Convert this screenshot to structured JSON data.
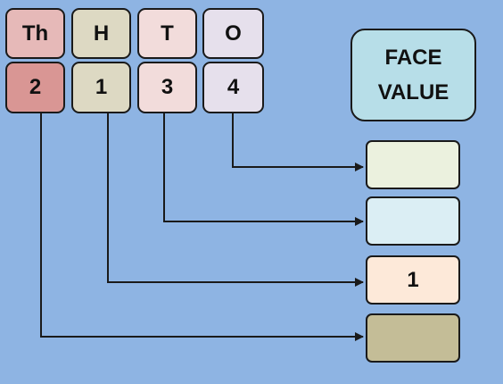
{
  "place_headers": [
    {
      "label": "Th",
      "color": "#e6b9b8"
    },
    {
      "label": "H",
      "color": "#ddd9c3"
    },
    {
      "label": "T",
      "color": "#f2dcdb"
    },
    {
      "label": "O",
      "color": "#e6e0ec"
    }
  ],
  "digits": [
    {
      "label": "2",
      "color": "#d99694"
    },
    {
      "label": "1",
      "color": "#ddd9c3"
    },
    {
      "label": "3",
      "color": "#f2dcdb"
    },
    {
      "label": "4",
      "color": "#e6e0ec"
    }
  ],
  "face_value_box": {
    "line1": "FACE",
    "line2": "VALUE",
    "color": "#b7dee8"
  },
  "answer_boxes": [
    {
      "value": "",
      "color": "#ebf1de",
      "source_digit": "4"
    },
    {
      "value": "",
      "color": "#dbeef4",
      "source_digit": "3"
    },
    {
      "value": "1",
      "color": "#fde9d9",
      "source_digit": "1"
    },
    {
      "value": "",
      "color": "#c4bd97",
      "source_digit": "2"
    }
  ],
  "colors": {
    "background": "#8eb4e3",
    "line": "#1a1a1a"
  }
}
